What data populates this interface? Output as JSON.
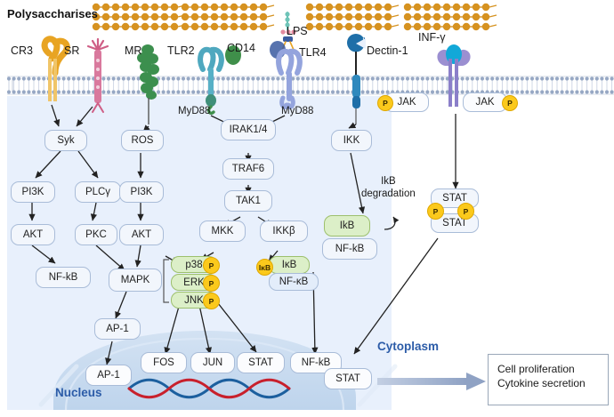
{
  "figure": {
    "title_label": "Polysaccharises",
    "compartments": {
      "cytoplasm": "Cytoplasm",
      "nucleus": "Nucleus"
    },
    "colors": {
      "cytoplasm_bg": "#e8f0fc",
      "nucleus_bg": "#c5d8ef",
      "membrane_head": "#97a8c4",
      "node_fill": "#f2f6fc",
      "node_stroke": "#a9bcd8",
      "green_fill": "#dcefc8",
      "green_stroke": "#9dc06d",
      "phospho_yellow": "#fbc91c",
      "polysaccharide": "#d69220",
      "cr3_orange": "#e8a423",
      "sr_pink": "#cf5f86",
      "mr_green": "#3c8f4e",
      "tlr2_teal": "#4fa8bf",
      "cd14_green": "#3f8f4a",
      "tlr4_blue": "#94a4dd",
      "dectin_blue": "#1f6fa8",
      "ifngr_purple": "#9b8fd1",
      "ifng_cyan": "#12a8d8",
      "dna_red": "#c8202c",
      "dna_blue": "#1c5f9e",
      "compartment_text": "#2c5ca8",
      "arrow": "#222222",
      "output_arrow": "#8fa2c4"
    }
  },
  "receptors": [
    {
      "name": "CR3",
      "label": "CR3"
    },
    {
      "name": "SR",
      "label": "SR"
    },
    {
      "name": "MR",
      "label": "MR"
    },
    {
      "name": "TLR2",
      "label": "TLR2"
    },
    {
      "name": "CD14",
      "label": "CD14"
    },
    {
      "name": "LPS",
      "label": "LPS"
    },
    {
      "name": "TLR4",
      "label": "TLR4"
    },
    {
      "name": "Dectin-1",
      "label": "Dectin-1"
    },
    {
      "name": "INF-g",
      "label": "INF-γ"
    }
  ],
  "adaptors": [
    {
      "label": "MyD88"
    },
    {
      "label": "MyD88"
    }
  ],
  "jak": [
    {
      "label": "JAK",
      "phospho": "P"
    },
    {
      "label": "JAK",
      "phospho": "P"
    }
  ],
  "nodes": [
    {
      "id": "syk",
      "label": "Syk"
    },
    {
      "id": "ros",
      "label": "ROS"
    },
    {
      "id": "pi3k_a",
      "label": "PI3K"
    },
    {
      "id": "plcg",
      "label": "PLCγ"
    },
    {
      "id": "pi3k_b",
      "label": "PI3K"
    },
    {
      "id": "akt_a",
      "label": "AKT"
    },
    {
      "id": "pkc",
      "label": "PKC"
    },
    {
      "id": "akt_b",
      "label": "AKT"
    },
    {
      "id": "nfkb_l",
      "label": "NF-kB"
    },
    {
      "id": "mapk",
      "label": "MAPK"
    },
    {
      "id": "ap1_up",
      "label": "AP-1"
    },
    {
      "id": "irak",
      "label": "IRAK1/4"
    },
    {
      "id": "traf6",
      "label": "TRAF6"
    },
    {
      "id": "tak1",
      "label": "TAK1"
    },
    {
      "id": "mkk",
      "label": "MKK"
    },
    {
      "id": "ikkb",
      "label": "IKKβ"
    },
    {
      "id": "ikk",
      "label": "IKK"
    },
    {
      "id": "ikb_c",
      "label": "IκB"
    },
    {
      "id": "nfkb_c",
      "label": "NF-κB"
    },
    {
      "id": "ikb_r",
      "label": "IkB"
    },
    {
      "id": "nfkb_r",
      "label": "NF-kB"
    },
    {
      "id": "stat_u",
      "label": "STAT"
    },
    {
      "id": "stat_d",
      "label": "STAT"
    }
  ],
  "mapk_cluster": [
    {
      "label": "p38",
      "phospho": "P"
    },
    {
      "label": "ERK",
      "phospho": "P"
    },
    {
      "label": "JNK",
      "phospho": "P"
    }
  ],
  "annotations": [
    {
      "id": "ikb_degradation",
      "line1": "IkB",
      "line2": "degradation"
    }
  ],
  "nucleus_factors": [
    {
      "label": "AP-1"
    },
    {
      "label": "FOS"
    },
    {
      "label": "JUN"
    },
    {
      "label": "STAT"
    },
    {
      "label": "NF-kB"
    },
    {
      "label": "STAT"
    }
  ],
  "output": {
    "line1": "Cell proliferation",
    "line2": "Cytokine secretion"
  }
}
